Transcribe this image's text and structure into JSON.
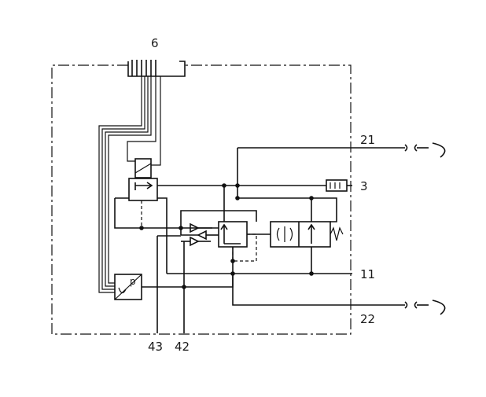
{
  "labels": {
    "connector": "6",
    "port_21": "21",
    "port_3": "3",
    "port_11": "11",
    "port_22": "22",
    "port_43": "43",
    "port_42": "42",
    "transducer_letter": "p"
  }
}
